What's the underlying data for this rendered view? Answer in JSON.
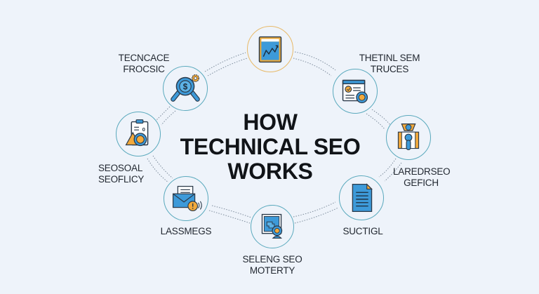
{
  "title": {
    "line1": "HOW",
    "line2": "TECHNICAL SEO",
    "line3": "WORKS"
  },
  "colors": {
    "background": "#eef3fa",
    "ring": "#5aa9bd",
    "ring_accent": "#e7b968",
    "icon_blue": "#3d9ad9",
    "icon_orange": "#f2a93b",
    "outline": "#2b3a4a"
  },
  "nodes": [
    {
      "id": "top",
      "icon": "growth-chart-icon",
      "label_lines": []
    },
    {
      "id": "top-left",
      "icon": "money-search-icon",
      "label_lines": [
        "TECNCACE",
        "FROCSIC"
      ]
    },
    {
      "id": "top-right",
      "icon": "web-page-check-icon",
      "label_lines": [
        "THETINL SEM",
        "TRUCES"
      ]
    },
    {
      "id": "left",
      "icon": "clipboard-analysis-icon",
      "label_lines": [
        "SEOSOAL",
        "SEOFLICY"
      ]
    },
    {
      "id": "right",
      "icon": "user-profile-icon",
      "label_lines": [
        "LAREDRSEO",
        "GEFICH"
      ]
    },
    {
      "id": "bottom-left",
      "icon": "email-alert-icon",
      "label_lines": [
        "LASSMEGS"
      ]
    },
    {
      "id": "bottom-right",
      "icon": "document-icon",
      "label_lines": [
        "SUCTIGL"
      ]
    },
    {
      "id": "bottom",
      "icon": "webcam-monitor-icon",
      "label_lines": [
        "SELENG SEO",
        "MOTERTY"
      ]
    }
  ]
}
